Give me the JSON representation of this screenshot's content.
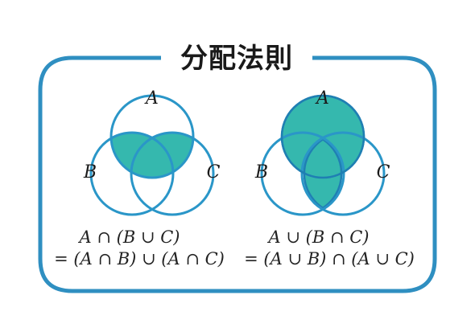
{
  "title": "分配法則",
  "colors": {
    "frame": "#2f8fc1",
    "outline": "#2a96c8",
    "fill": "#35b8ae",
    "region_stroke": "#1f7fb3",
    "text": "#1a1a1a"
  },
  "diagrams": [
    {
      "set_labels": {
        "a": "A",
        "b": "B",
        "c": "C"
      },
      "formula_line1": "A ∩ (B ∪ C)",
      "formula_line2": "= (A ∩ B) ∪ (A ∩ C)"
    },
    {
      "set_labels": {
        "a": "A",
        "b": "B",
        "c": "C"
      },
      "formula_line1": "A ∪ (B ∩ C)",
      "formula_line2": "= (A ∪ B) ∩ (A ∪ C)"
    }
  ]
}
